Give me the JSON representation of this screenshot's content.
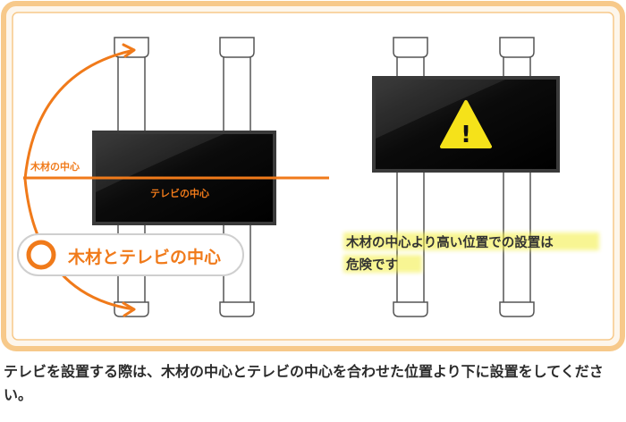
{
  "labels": {
    "wood_center": "木材の中心",
    "tv_center": "テレビの中心",
    "badge": "木材とテレビの中心",
    "warning_line1": "木材の中心より高い位置での設置は",
    "warning_line2": "危険です",
    "warning_symbol": "!"
  },
  "caption": "テレビを設置する際は、木材の中心とテレビの中心を合わせた位置より下に設置をしてください。",
  "colors": {
    "orange": "#f07a1a",
    "frame_border": "#f7c98a",
    "frame_bg": "#fdf6ec",
    "tv_screen": "#111111",
    "warning_fill": "#f5e21a",
    "warning_text_highlight": "#f3ee3a",
    "post_stroke": "#555555"
  },
  "icons": [
    "warning-triangle-icon",
    "circle-ring-icon"
  ]
}
